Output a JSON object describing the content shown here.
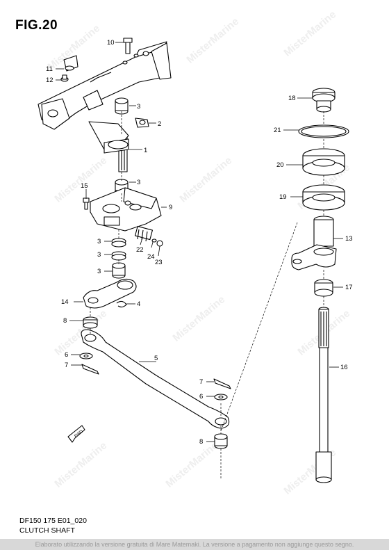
{
  "figure": {
    "title": "FIG.20",
    "code": "DF150 175 E01_020",
    "subtitle": "CLUTCH SHAFT",
    "footer": "Elaborato utilizzando la versione gratuita di Mare Matemaki. La versione a pagamento non aggiunge questo segno."
  },
  "watermark": {
    "text": "MisterMarine"
  },
  "fwd_badge": {
    "text": "FWD"
  },
  "callouts": {
    "n1": "1",
    "n2": "2",
    "n3a": "3",
    "n3b": "3",
    "n3c": "3",
    "n3d": "3",
    "n3e": "3",
    "n4": "4",
    "n5": "5",
    "n6a": "6",
    "n6b": "6",
    "n7a": "7",
    "n7b": "7",
    "n8a": "8",
    "n8b": "8",
    "n9": "9",
    "n10": "10",
    "n11": "11",
    "n12": "12",
    "n13": "13",
    "n14": "14",
    "n15": "15",
    "n16": "16",
    "n17": "17",
    "n18": "18",
    "n19": "19",
    "n20": "20",
    "n21": "21",
    "n22": "22",
    "n23": "23",
    "n24": "24"
  }
}
